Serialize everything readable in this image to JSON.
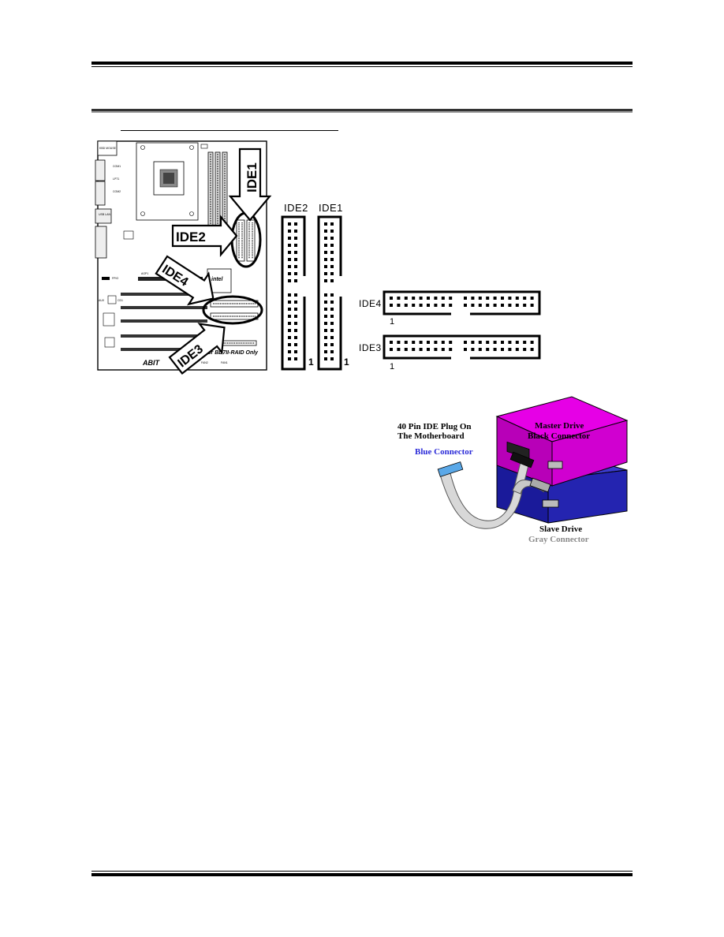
{
  "board": {
    "callouts": [
      "IDE1",
      "IDE2",
      "IDE4",
      "IDE3"
    ],
    "footnote": "For BD7II-RAID Only",
    "brand": "ABIT",
    "chip_brand": "intel",
    "silk_labels": [
      "KBD MOUSE",
      "COM1",
      "LPT1",
      "COM2",
      "USB LAN",
      "AGP1",
      "FPIO",
      "AUX",
      "CD1",
      "FAN3",
      "FAN2",
      "FAN1"
    ]
  },
  "connectors": {
    "ide2": "IDE2",
    "ide1": "IDE1",
    "ide4": "IDE4",
    "ide3": "IDE3",
    "pin_one": "1"
  },
  "cable": {
    "plug_line1": "40 Pin IDE Plug On",
    "plug_line2": "The Motherboard",
    "plug_color": "Blue Connector",
    "master_line1": "Master Drive",
    "master_line2": "Black Connector",
    "slave_line1": "Slave Drive",
    "slave_line2": "Gray Connector"
  },
  "colors": {
    "master_drive": "#e600e6",
    "slave_drive": "#1a1aa8",
    "blue_text": "#2a2ad8",
    "gray_text": "#8a8a8a"
  }
}
